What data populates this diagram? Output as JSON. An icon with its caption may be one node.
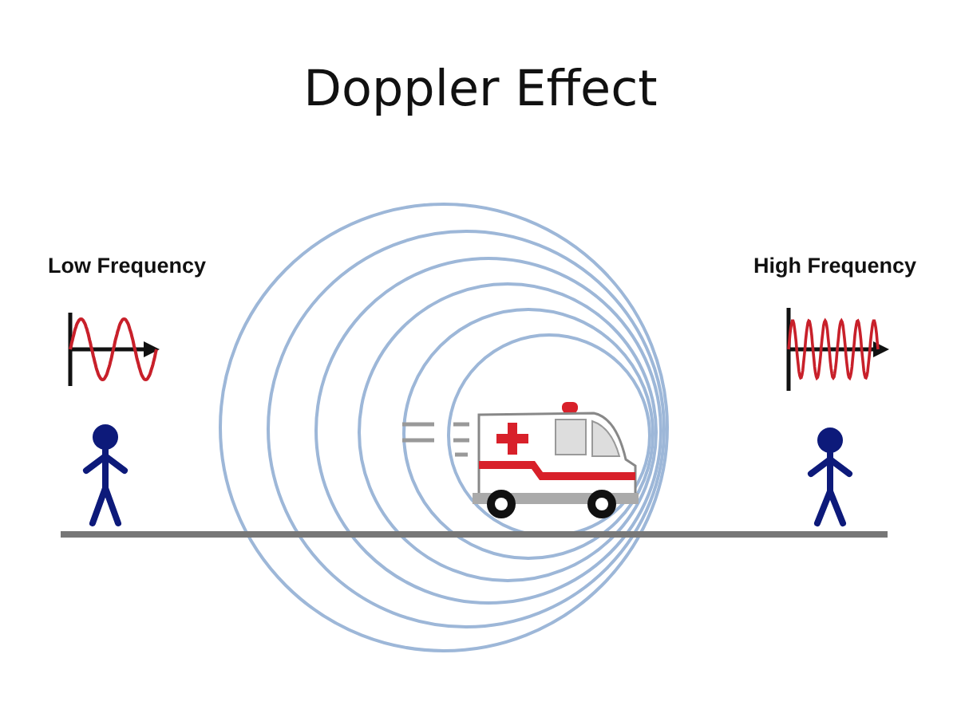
{
  "diagram": {
    "title": "Doppler Effect",
    "labels": [
      "Low Frequency",
      "High Frequency"
    ]
  }
}
